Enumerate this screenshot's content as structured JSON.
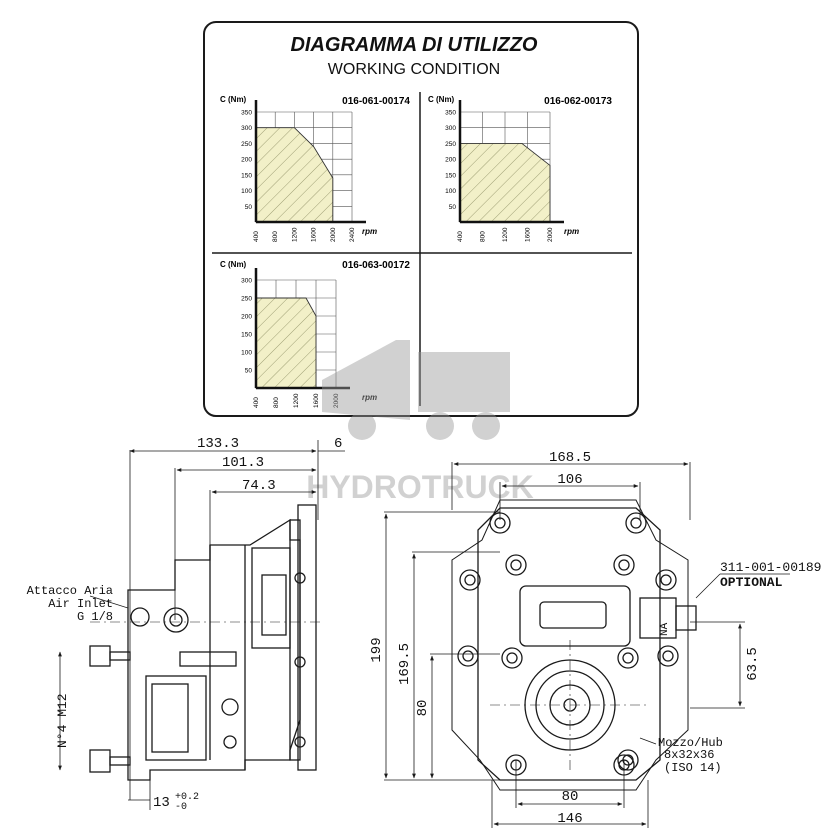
{
  "panel": {
    "title": "DIAGRAMMA DI UTILIZZO",
    "subtitle": "WORKING CONDITION"
  },
  "charts": [
    {
      "code": "016-061-00174",
      "ylabel": "C (Nm)",
      "xlabel": "rpm",
      "yticks": [
        "350",
        "300",
        "250",
        "200",
        "150",
        "100",
        "50"
      ],
      "xticks": [
        "400",
        "800",
        "1200",
        "1600",
        "2000",
        "2400"
      ]
    },
    {
      "code": "016-062-00173",
      "ylabel": "C (Nm)",
      "xlabel": "rpm",
      "yticks": [
        "350",
        "300",
        "250",
        "200",
        "150",
        "100",
        "50"
      ],
      "xticks": [
        "400",
        "800",
        "1200",
        "1600",
        "2000"
      ]
    },
    {
      "code": "016-063-00172",
      "ylabel": "C (Nm)",
      "xlabel": "rpm",
      "yticks": [
        "300",
        "250",
        "200",
        "150",
        "100",
        "50"
      ],
      "xticks": [
        "400",
        "800",
        "1200",
        "1600",
        "2000"
      ]
    }
  ],
  "chart_data": [
    {
      "type": "area",
      "title": "016-061-00174",
      "xlabel": "rpm",
      "ylabel": "C (Nm)",
      "x": [
        400,
        1200,
        1600,
        2000,
        2000
      ],
      "y": [
        300,
        300,
        240,
        140,
        0
      ],
      "xlim": [
        400,
        2400
      ],
      "ylim": [
        0,
        350
      ],
      "grid": true
    },
    {
      "type": "area",
      "title": "016-062-00173",
      "xlabel": "rpm",
      "ylabel": "C (Nm)",
      "x": [
        400,
        1500,
        2000,
        2000
      ],
      "y": [
        250,
        250,
        180,
        0
      ],
      "xlim": [
        400,
        2000
      ],
      "ylim": [
        0,
        350
      ],
      "grid": true
    },
    {
      "type": "area",
      "title": "016-063-00172",
      "xlabel": "rpm",
      "ylabel": "C (Nm)",
      "x": [
        400,
        1400,
        1600,
        1600
      ],
      "y": [
        250,
        250,
        200,
        0
      ],
      "xlim": [
        400,
        2000
      ],
      "ylim": [
        0,
        300
      ],
      "grid": true
    }
  ],
  "watermark": "HYDROTRUCK",
  "side_view": {
    "dim_total": "133.3",
    "dim_mid": "101.3",
    "dim_small": "74.3",
    "dim_flange": "6",
    "air_inlet": [
      "Attacco Aria",
      "Air Inlet",
      "G 1/8"
    ],
    "bolts": "N°4 M12",
    "tol_base": "13",
    "tol_upper": "+0.2",
    "tol_lower": "-0"
  },
  "front_view": {
    "dim_width": "168.5",
    "dim_106": "106",
    "dim_199": "199",
    "dim_169": "169.5",
    "dim_80v": "80",
    "dim_63": "63.5",
    "dim_80h": "80",
    "dim_146": "146",
    "part_code": "311-001-00189",
    "optional": "OPTIONAL",
    "na_label": "NA",
    "hub": [
      "Mozzo/Hub",
      "8x32x36",
      "(ISO 14)"
    ]
  },
  "colors": {
    "line": "#1a1a1a",
    "hatch_fill": "#f2f0c8",
    "grid": "#555555",
    "watermark": "#9a9a9a"
  }
}
